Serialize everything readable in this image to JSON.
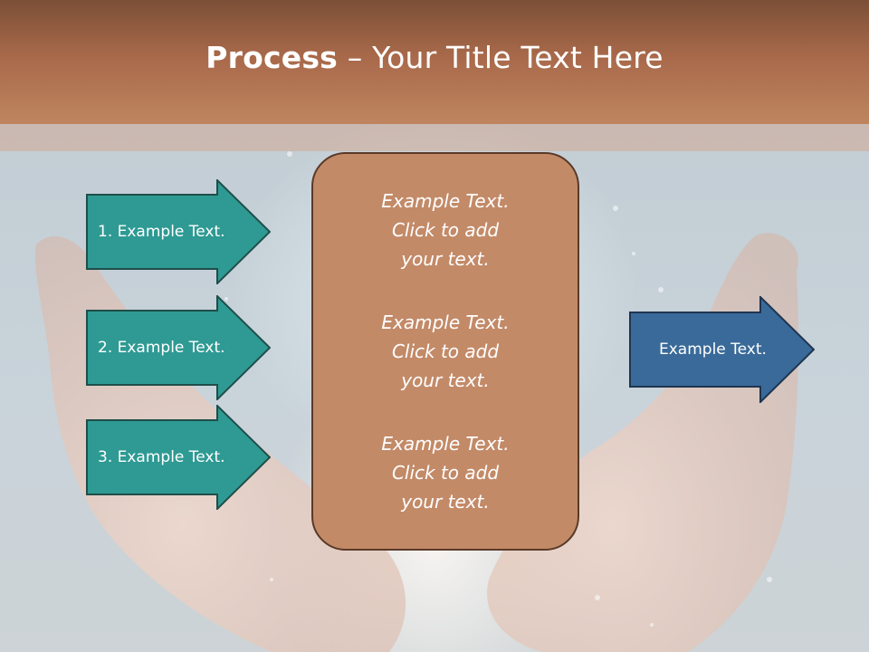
{
  "title": {
    "strong": "Process",
    "rest": " – Your Title Text Here"
  },
  "left_steps": [
    {
      "label": "1. Example Text."
    },
    {
      "label": "2. Example Text."
    },
    {
      "label": "3. Example Text."
    }
  ],
  "center_items": [
    {
      "text": "Example Text.\nClick  to add\nyour text."
    },
    {
      "text": "Example Text.\nClick  to add\nyour text."
    },
    {
      "text": "Example Text.\nClick  to add\nyour text."
    }
  ],
  "right_output": {
    "label": "Example Text."
  },
  "colors": {
    "header": "#a8694a",
    "teal_arrow": "#2e9a93",
    "teal_border": "#1f4e4a",
    "blue_arrow": "#3a6a99",
    "blue_border": "#1e3550",
    "center_fill": "#c38a68",
    "center_border": "#5a3a27"
  }
}
